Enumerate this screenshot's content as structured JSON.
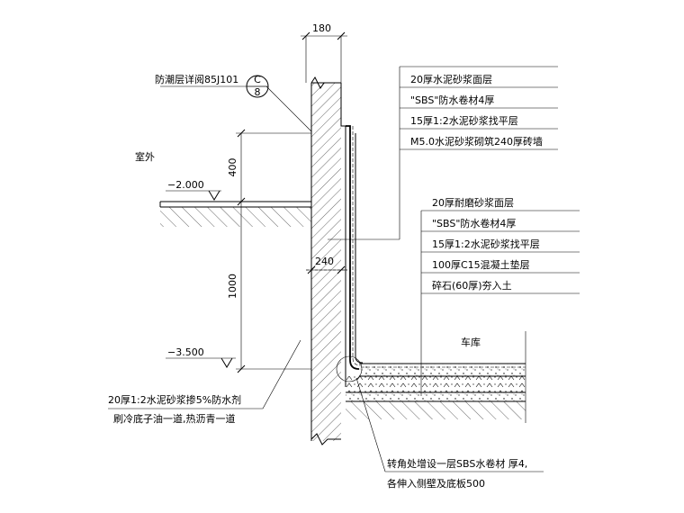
{
  "dims": {
    "wall_top": "180",
    "wall_base": "240",
    "height_upper": "400",
    "height_lower": "1000"
  },
  "levels": {
    "ground": "−2.000",
    "floor": "−3.500"
  },
  "labels": {
    "detail_ref": "防潮层详阅85J101",
    "detail_symbol_top": "C",
    "detail_symbol_bottom": "8",
    "outdoor": "室外",
    "garage": "车库"
  },
  "wall_layers": [
    "20厚水泥砂浆面层",
    "\"SBS\"防水卷材4厚",
    "15厚1:2水泥砂浆找平层",
    "M5.0水泥砂浆砌筑240厚砖墙"
  ],
  "floor_layers": [
    "20厚耐磨砂浆面层",
    "\"SBS\"防水卷材4厚",
    "15厚1:2水泥砂浆找平层",
    "100厚C15混凝土垫层",
    "碎石(60厚)夯入土"
  ],
  "notes": {
    "plaster_line1": "20厚1:2水泥砂浆掺5%防水剂",
    "plaster_line2": "刷冷底子油一道,热沥青一道",
    "corner_line1": "转角处增设一层SBS水卷材 厚4,",
    "corner_line2": "各伸入侧壁及底板500"
  }
}
